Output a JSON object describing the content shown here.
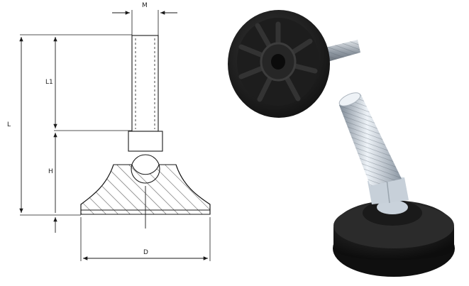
{
  "drawing": {
    "labels": {
      "m": "M",
      "l": "L",
      "l1": "L1",
      "h": "H",
      "d": "D"
    },
    "line_color": "#1a1a1a"
  },
  "photos": {
    "top": {
      "kind": "black plastic round base with threaded stud",
      "base_color": "#2a2a2a",
      "thread_color": "#9aa3ad"
    },
    "bottom": {
      "kind": "swivel leveling foot with zinc hex nut",
      "base_color": "#1f1f1f",
      "thread_color": "#b8c3cf"
    }
  }
}
